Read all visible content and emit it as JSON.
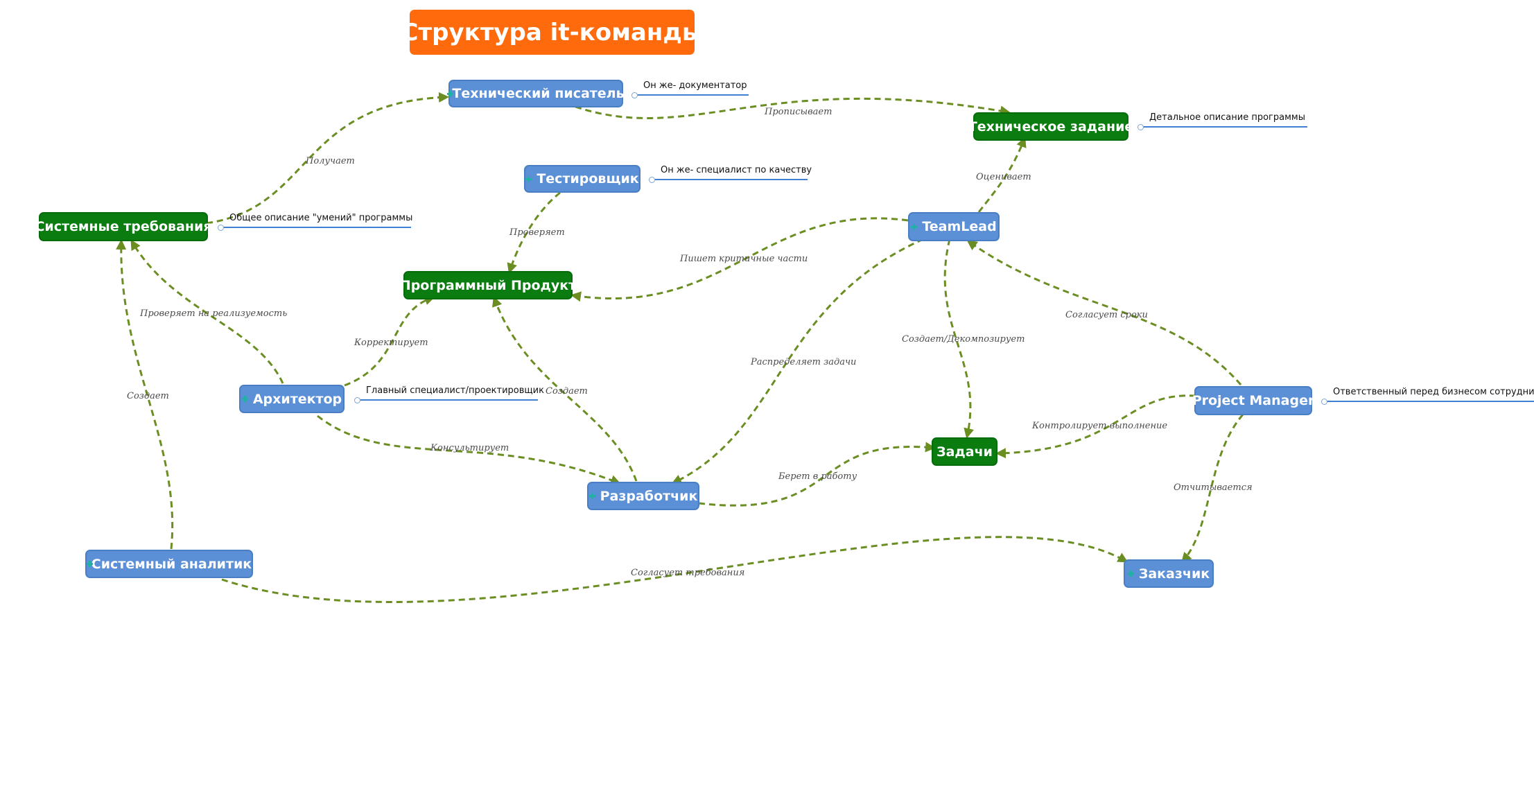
{
  "title": "Структура it-команды",
  "colors": {
    "title_bg": "#ff6a0c",
    "role_node": "#5b8fd6",
    "artifact_node": "#0a7c10",
    "edge": "#6b8e23",
    "note_underline": "#3e7fd4"
  },
  "nodes": {
    "tech_writer": "Технический писатель",
    "tech_spec": "Техническое задание",
    "tester": "Тестировщик",
    "teamlead": "TeamLead",
    "system_requirements": "Системные требования",
    "software_product": "Программный Продукт",
    "architect": "Архитектор",
    "project_manager": "Project Manager",
    "tasks": "Задачи",
    "developer": "Разработчик",
    "system_analyst": "Системный аналитик",
    "customer": "Заказчик"
  },
  "notes": {
    "tech_writer": "Он же- документатор",
    "tech_spec": "Детальное описание программы",
    "tester": "Он же- специалист по качеству",
    "system_requirements": "Общее описание \"умений\" программы",
    "architect": "Главный специалист/проектировщик",
    "project_manager": "Ответственный перед бизнесом сотрудник"
  },
  "edges": [
    {
      "id": "e1",
      "from": "Системные требования",
      "to": "Технический писатель",
      "label": "Получает"
    },
    {
      "id": "e2",
      "from": "Технический писатель",
      "to": "Техническое задание",
      "label": "Прописывает"
    },
    {
      "id": "e3",
      "from": "TeamLead",
      "to": "Техническое задание",
      "label": "Оценивает"
    },
    {
      "id": "e4",
      "from": "Тестировщик",
      "to": "Программный Продукт",
      "label": "Проверяет"
    },
    {
      "id": "e5",
      "from": "TeamLead",
      "to": "Программный Продукт",
      "label": "Пишет  критичные части"
    },
    {
      "id": "e6",
      "from": "Архитектор",
      "to": "Системные требования",
      "label": "Проверяет на реализуемость"
    },
    {
      "id": "e7",
      "from": "Архитектор",
      "to": "Программный Продукт",
      "label": "Корректирует"
    },
    {
      "id": "e8",
      "from": "Разработчик",
      "to": "Программный Продукт",
      "label": "Создает"
    },
    {
      "id": "e9",
      "from": "Системный аналитик",
      "to": "Системные требования",
      "label": "Создает"
    },
    {
      "id": "e10",
      "from": "Архитектор",
      "to": "Разработчик",
      "label": "Консультирует"
    },
    {
      "id": "e11",
      "from": "TeamLead",
      "to": "Разработчик",
      "label": "Распределяет задачи"
    },
    {
      "id": "e12",
      "from": "TeamLead",
      "to": "Задачи",
      "label": "Создает/Декомпозирует"
    },
    {
      "id": "e13",
      "from": "Project Manager",
      "to": "TeamLead",
      "label": "Согласует сроки"
    },
    {
      "id": "e14",
      "from": "Project Manager",
      "to": "Задачи",
      "label": "Контролирует выполнение"
    },
    {
      "id": "e15",
      "from": "Разработчик",
      "to": "Задачи",
      "label": "Берет в работу"
    },
    {
      "id": "e16",
      "from": "Project Manager",
      "to": "Заказчик",
      "label": "Отчитывается"
    },
    {
      "id": "e17",
      "from": "Системный аналитик",
      "to": "Заказчик",
      "label": "Согласует требования"
    }
  ]
}
